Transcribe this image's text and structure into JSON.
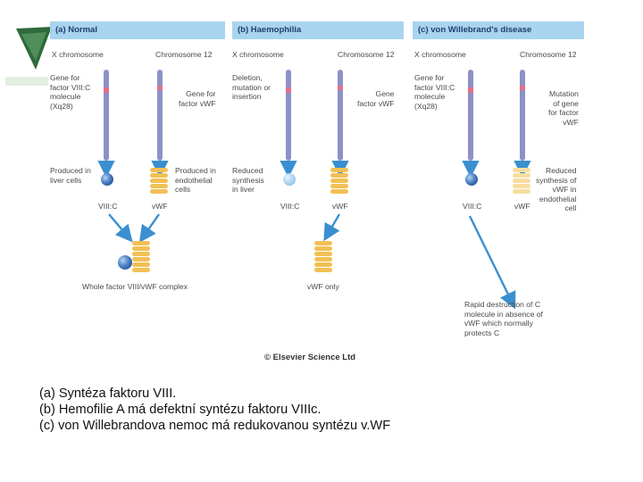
{
  "figure": {
    "panels": [
      {
        "title": "(a) Normal"
      },
      {
        "title": "(b) Haemophilia"
      },
      {
        "title": "(c) von Willebrand's disease"
      }
    ],
    "labels": {
      "a_x_chromosome": "X chromosome",
      "a_chromosome_12": "Chromosome 12",
      "a_gene_viiic": "Gene for\nfactor VIII:C\nmolecule\n(Xq28)",
      "a_gene_vwf": "Gene for\nfactor vWF",
      "a_produced_liver": "Produced in\nliver cells",
      "a_produced_endo": "Produced in\nendothelial\ncells",
      "a_viiic": "VIII:C",
      "a_vwf": "vWF",
      "a_complex": "Whole factor VIII/vWF complex",
      "b_x_chromosome": "X chromosome",
      "b_chromosome_12": "Chromosome 12",
      "b_deletion": "Deletion,\nmutation or\ninsertion",
      "b_gene_vwf": "Gene\nfactor vWF",
      "b_reduced": "Reduced\nsynthesis\nin liver",
      "b_viiic": "VIII:C",
      "b_vwf": "vWF",
      "b_vwf_only": "vWF only",
      "c_x_chromosome": "X chromosome",
      "c_chromosome_12": "Chromosome 12",
      "c_gene_viiic": "Gene for\nfactor VIII:C\nmolecule\n(Xq28)",
      "c_mutation": "Mutation\nof gene\nfor factor\nvWF",
      "c_reduced": "Reduced\nsynthesis of\nvWF in\nendothelial\ncell",
      "c_viiic": "VIII:C",
      "c_vwf": "vWF",
      "c_rapid": "Rapid destruction of C\nmolecule in absence of\nvWF which normally\nprotects C"
    },
    "copyright": "© Elsevier Science Ltd"
  },
  "caption": [
    "(a) Syntéza faktoru VIII.",
    "(b) Hemofilie A má defektní syntézu faktoru VIIIc.",
    "(c) von Willebrandova nemoc má redukovanou syntézu  v.WF"
  ],
  "colors": {
    "header_bg": "#a8d4ee",
    "chromosome": "#8c92c8",
    "band": "#e0708a",
    "arrow": "#3a8fd0",
    "sphere": "#4a7ec4",
    "stack": "#f2c055",
    "stack_pale": "#f8dca0",
    "logo_green": "#2f6a3a"
  }
}
